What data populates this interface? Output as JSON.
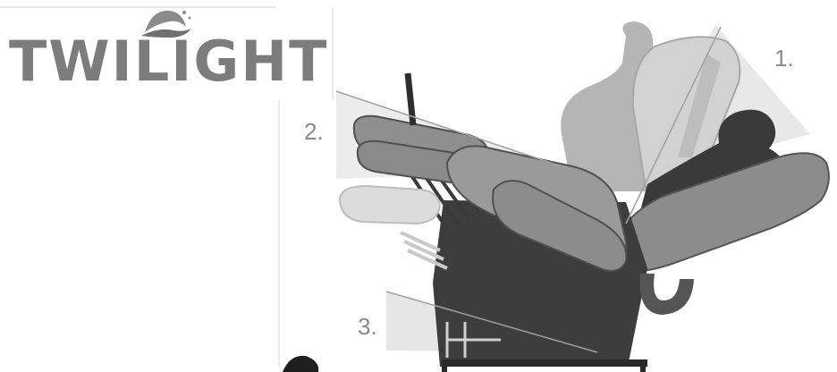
{
  "brand": {
    "name": "TWILIGHT"
  },
  "steps": [
    {
      "label": "1."
    },
    {
      "label": "2."
    },
    {
      "label": "3."
    }
  ],
  "colors": {
    "logo_gray": "#7c7c7c",
    "chair_dark": "#3a3a3a",
    "chair_mid": "#8c8c8c",
    "chair_light": "#bdbdbd",
    "chair_faded": "#d6d6d6",
    "wedge_fill": "#e6e6e6",
    "label_gray": "#8a8a8a"
  }
}
